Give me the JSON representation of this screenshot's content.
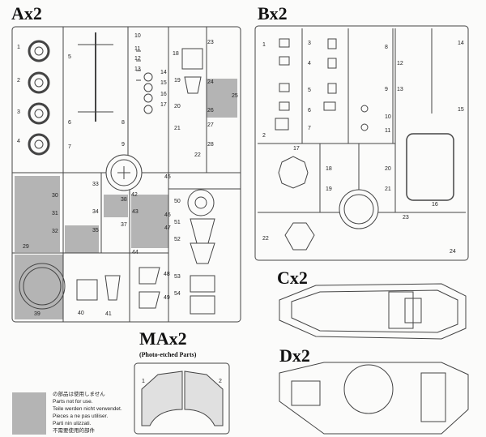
{
  "sprues": {
    "A": {
      "title": "Ax2",
      "parts": [
        "1",
        "2",
        "3",
        "4",
        "5",
        "6",
        "7",
        "8",
        "9",
        "10",
        "11",
        "12",
        "13",
        "14",
        "15",
        "16",
        "17",
        "18",
        "19",
        "20",
        "21",
        "22",
        "23",
        "24",
        "25",
        "26",
        "27",
        "28",
        "29",
        "30",
        "31",
        "32",
        "33",
        "34",
        "35",
        "37",
        "38",
        "39",
        "40",
        "41",
        "42",
        "43",
        "44",
        "45",
        "46",
        "47",
        "48",
        "49",
        "50",
        "51",
        "52",
        "53",
        "54"
      ]
    },
    "B": {
      "title": "Bx2",
      "parts": [
        "1",
        "2",
        "3",
        "4",
        "5",
        "6",
        "7",
        "8",
        "9",
        "10",
        "11",
        "12",
        "13",
        "14",
        "15",
        "16",
        "17",
        "18",
        "19",
        "20",
        "21",
        "22",
        "23",
        "24"
      ]
    },
    "C": {
      "title": "Cx2"
    },
    "D": {
      "title": "Dx2"
    },
    "MA": {
      "title": "MAx2",
      "subtitle": "(Photo-etched Parts)",
      "parts": [
        "1",
        "2"
      ]
    }
  },
  "legend": {
    "lines": [
      "の部品は使用しません",
      "Parts not for use.",
      "Teile werden nicht verwendet.",
      "Pieces a ne pas utiliser.",
      "Parti nin ulizzati.",
      "不需要使用的部件"
    ],
    "swatch_color": "#b4b4b4"
  }
}
